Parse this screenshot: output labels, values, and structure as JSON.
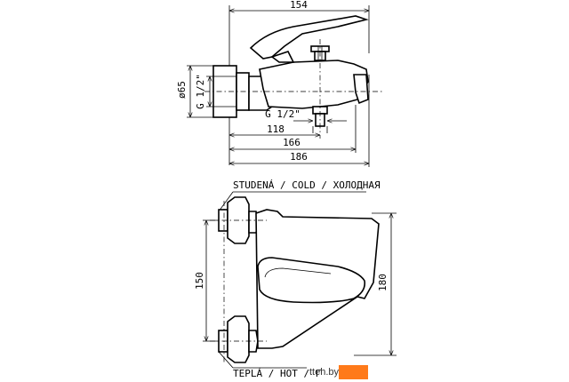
{
  "dims": {
    "d154": "154",
    "d118": "118",
    "d166": "166",
    "d186": "186",
    "d65": "ø65",
    "g_left": "G 1/2\"",
    "g_bottom": "G 1/2\"",
    "d150": "150",
    "d180": "180"
  },
  "labels": {
    "cold": "STUDENÁ / COLD / ХОЛОДНАЯ",
    "hot": "TEPLÁ / HOT / Г"
  },
  "watermark": {
    "text": "tteh.by",
    "color": "#ff7a1a"
  }
}
